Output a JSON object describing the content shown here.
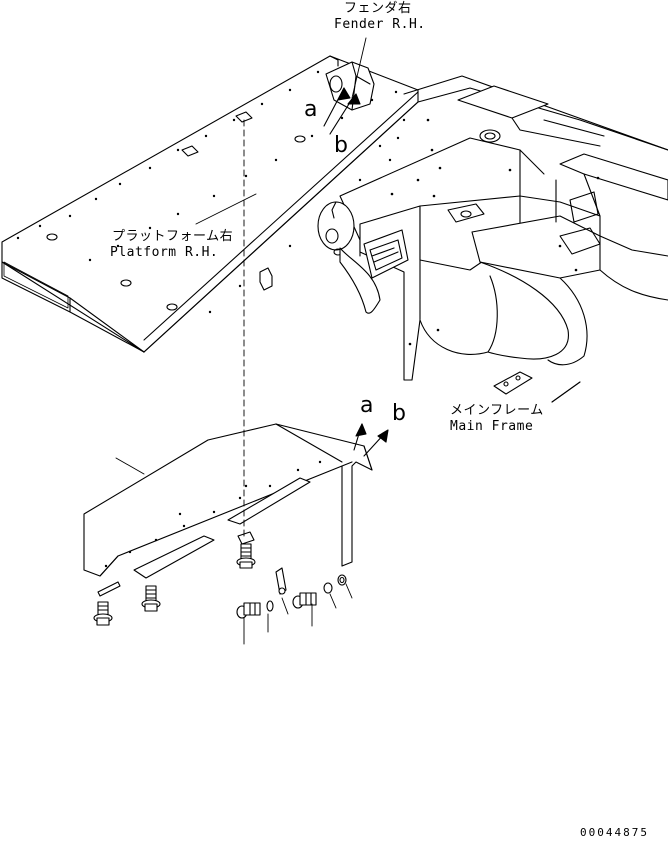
{
  "labels": {
    "fender_jp": "フェンダ右",
    "fender_en": "Fender R.H.",
    "platform_jp": "プラットフォーム右",
    "platform_en": "Platform R.H.",
    "main_frame_jp": "メインフレーム",
    "main_frame_en": "Main Frame",
    "marker_a": "a",
    "marker_b": "b",
    "drawing_number": "00044875"
  }
}
